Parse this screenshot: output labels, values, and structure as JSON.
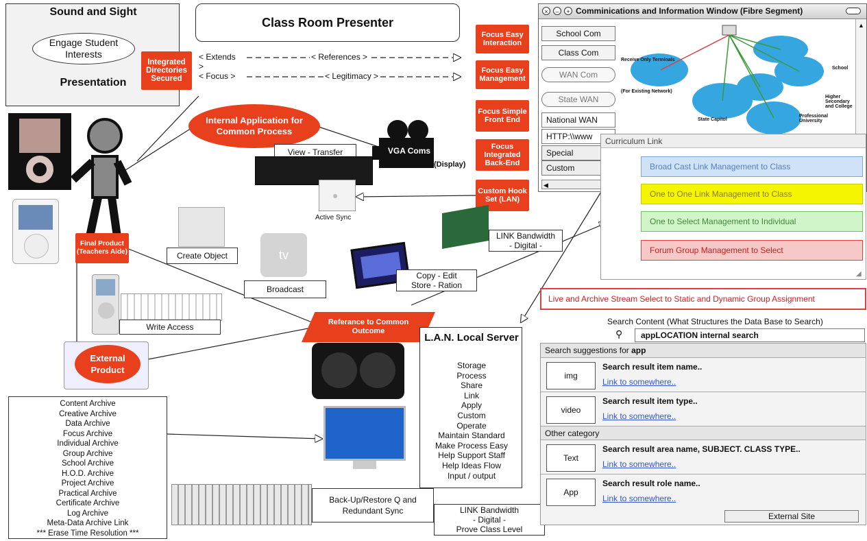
{
  "sound_sight": {
    "title": "Sound and Sight",
    "oval": "Engage Student Interests",
    "bottom": "Presentation"
  },
  "presenter_title": "Class Room Presenter",
  "integrated": "Integrated Directories Secured",
  "extends_row": {
    "a": "< Extends",
    "b": "< References >"
  },
  "focus_row": {
    "gt": ">",
    "a": "< Focus  >",
    "b": "< Legitimacy >"
  },
  "red_right": [
    "Focus Easy Interaction",
    "Focus Easy Management",
    "Focus Simple Front End",
    "Focus Integrated Back-End",
    "Custom Hook Set (LAN)"
  ],
  "internal_app": "Internal Application for Common Process",
  "vga": {
    "label": "VGA Coms",
    "display": "(Display)"
  },
  "view_transfer": "View - Transfer",
  "active_sync": "Active Sync",
  "link_bw_top": {
    "line1": "LINK Bandwidth",
    "line2": "- Digital -"
  },
  "final_product": "Final Product (Teachers Aide)",
  "create_object": "Create Object",
  "broadcast": "Broadcast",
  "tv_label": "tv",
  "copy_edit": {
    "line1": "Copy - Edit",
    "line2": "Store - Ration"
  },
  "write_access": "Write Access",
  "external_product": "External Product",
  "reference_common": "Referance to Common Outcome",
  "lan_server": {
    "title": "L.A.N. Local Server",
    "items": [
      "Storage",
      "Process",
      "Share",
      "Link",
      "Apply",
      "Custom",
      "Operate",
      "Maintain Standard",
      "Make Process Easy",
      "Help Support Staff",
      "Help Ideas Flow",
      "Input / output"
    ]
  },
  "archives": [
    "Content Archive",
    "Creative Archive",
    "Data Archive",
    "Focus Archive",
    "Individual Archive",
    "Group Archive",
    "School Archive",
    "H.O.D. Archive",
    "Project Archive",
    "Practical Archive",
    "Certificate Archive",
    "Log Archive",
    "Meta-Data Archive Link",
    "*** Erase Time Resolution ***"
  ],
  "backup": {
    "line1": "Back-Up/Restore Q and",
    "line2": "Redundant Sync"
  },
  "link_bw_bottom": {
    "line1": "LINK Bandwidth",
    "line2": "- Digital -",
    "line3": "Prove Class Level"
  },
  "comm_window": {
    "title": "Comminications and Information Window (Fibre Segment)",
    "buttons": [
      "School Com",
      "Class Com",
      "WAN Com",
      "State WAN"
    ],
    "list": [
      "National WAN",
      "HTTP:\\\\www",
      "Special",
      "Custom"
    ]
  },
  "curriculum": {
    "title": "Curriculum Link",
    "items": [
      {
        "label": "Broad Cast Link Management to Class",
        "bg": "#cfe2f7",
        "border": "#7aa6d8",
        "color": "#5580b8"
      },
      {
        "label": "One to One Link Management to Class",
        "bg": "#f5f500",
        "border": "#c9c900",
        "color": "#8a7a20"
      },
      {
        "label": "One to Select Management to Individual",
        "bg": "#d0f5c8",
        "border": "#6cc35a",
        "color": "#3f8a3a"
      },
      {
        "label": "Forum Group Management to Select",
        "bg": "#f7c8c8",
        "border": "#e04040",
        "color": "#c02020"
      }
    ]
  },
  "live_archive": "Live and Archive Stream Select to Static and Dynamic Group Assignment",
  "search": {
    "header": "Search Content (What Structures the Data Base to Search)",
    "value": "appLOCATION internal search",
    "suggestions_prefix": "Search suggestions for ",
    "suggestions_term": "app",
    "other_category": "Other category",
    "link_text": "Link to somewhere..",
    "results": [
      {
        "box": "img",
        "title": "Search result item name.."
      },
      {
        "box": "video",
        "title": "Search result item type.."
      },
      {
        "box": "Text",
        "title": "Search result area name, SUBJECT. CLASS TYPE.."
      },
      {
        "box": "App",
        "title": "Search result role name.."
      }
    ],
    "external": "External Site"
  },
  "network_labels": [
    "Receive Only Terminals",
    "(For Existing Network)",
    "State Capitol",
    "School",
    "Higher Secondary and College",
    "Professional University"
  ]
}
